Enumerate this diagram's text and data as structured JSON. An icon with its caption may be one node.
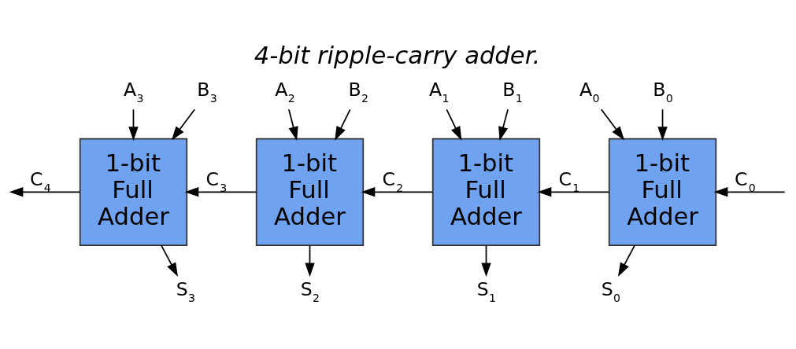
{
  "diagram": {
    "title": "4-bit ripple-carry adder.",
    "nodes": [
      {
        "text": [
          "A$_{3}$"
        ]
      },
      {
        "text": [
          "B$_{3}$"
        ]
      },
      {
        "text": [
          "A$_{2}$"
        ]
      },
      {
        "text": [
          "B$_{2}$"
        ]
      },
      {
        "text": [
          "A$_{1}$"
        ]
      },
      {
        "text": [
          "B$_{1}$"
        ]
      },
      {
        "text": [
          "A$_{0}$"
        ]
      },
      {
        "text": [
          "B$_{0}$"
        ]
      },
      {
        "text": [
          "1-bit Full Adder"
        ]
      },
      {
        "text": [
          "1-bit Full Adder"
        ]
      },
      {
        "text": [
          "1-bit Full Adder"
        ]
      },
      {
        "text": [
          "1-bit Full Adder"
        ]
      },
      {
        "text": [
          "S$_{3}$"
        ]
      },
      {
        "text": [
          "S$_{2}$"
        ]
      },
      {
        "text": [
          "S$_{1}$"
        ]
      },
      {
        "text": [
          "S$_{0}$"
        ]
      }
    ],
    "edges": [
      {
        "from": 0,
        "to": 8,
        "arrow": "to"
      },
      {
        "from": 1,
        "to": 8,
        "arrow": "to"
      },
      {
        "from": 2,
        "to": 9,
        "arrow": "to"
      },
      {
        "from": 3,
        "to": 9,
        "arrow": "to"
      },
      {
        "from": 4,
        "to": 10,
        "arrow": "to"
      },
      {
        "from": 5,
        "to": 10,
        "arrow": "to"
      },
      {
        "from": 6,
        "to": 11,
        "arrow": "to"
      },
      {
        "from": 7,
        "to": 11,
        "arrow": "to"
      },
      {
        "from": 8,
        "to": null,
        "arrow": "to",
        "label": "C$_{4}$"
      },
      {
        "from": 9,
        "to": 8,
        "arrow": "to",
        "label": "C$_{3}$"
      },
      {
        "from": 10,
        "to": 9,
        "arrow": "to",
        "label": "C$_{2}$"
      },
      {
        "from": 11,
        "to": 10,
        "arrow": "to",
        "label": "C$_{1}$"
      },
      {
        "from": null,
        "to": 11,
        "arrow": "to",
        "label": "C$_{0}$"
      },
      {
        "from": 8,
        "to": 12,
        "arrow": "to"
      },
      {
        "from": 9,
        "to": 13,
        "arrow": "to"
      },
      {
        "from": 10,
        "to": 14,
        "arrow": "to"
      },
      {
        "from": 11,
        "to": 15,
        "arrow": "to"
      }
    ]
  }
}
